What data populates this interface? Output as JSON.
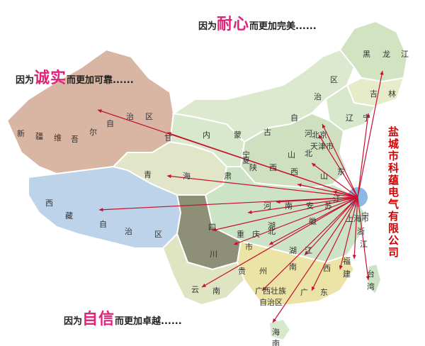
{
  "slogans": {
    "top": {
      "pre": "因为",
      "big": "耐心",
      "post": "而更加完美......"
    },
    "left": {
      "pre": "因为",
      "big": "诚实",
      "post": "而更加可靠......"
    },
    "bottom": {
      "pre": "因为",
      "big": "自信",
      "post": "而更加卓越......"
    }
  },
  "company": "盐城市科蕴电气有限公司",
  "provinces": [
    "黑",
    "龙",
    "江",
    "吉",
    "林",
    "辽",
    "宁",
    "内",
    "蒙",
    "古",
    "自",
    "治",
    "区",
    "新",
    "疆",
    "维",
    "吾",
    "尔",
    "自",
    "治",
    "区",
    "甘",
    "肃",
    "青",
    "海",
    "西",
    "藏",
    "自",
    "治",
    "区",
    "四",
    "川",
    "云",
    "南",
    "贵",
    "州",
    "重",
    "庆",
    "市",
    "广西壮族",
    "自治区",
    "海",
    "南",
    "广",
    "东",
    "福",
    "建",
    "台",
    "湾",
    "江",
    "西",
    "湖",
    "南",
    "湖",
    "北",
    "河",
    "南",
    "安",
    "徽",
    "浙",
    "江",
    "江",
    "苏",
    "山",
    "东",
    "山",
    "西",
    "陕",
    "西",
    "宁",
    "夏",
    "河",
    "北",
    "北京",
    "天津市",
    "上海市",
    "宁"
  ],
  "colors": {
    "xinjiang": "#d9b5a4",
    "tibet": "#bcd3e9",
    "qinghai": "#e1e6c9",
    "sichuan": "#8d8f76",
    "south": "#ebe4a6",
    "central": "#cfe0c0",
    "east": "#cde3c6",
    "north": "#d8e8cc",
    "arrow": "#c8102e"
  }
}
